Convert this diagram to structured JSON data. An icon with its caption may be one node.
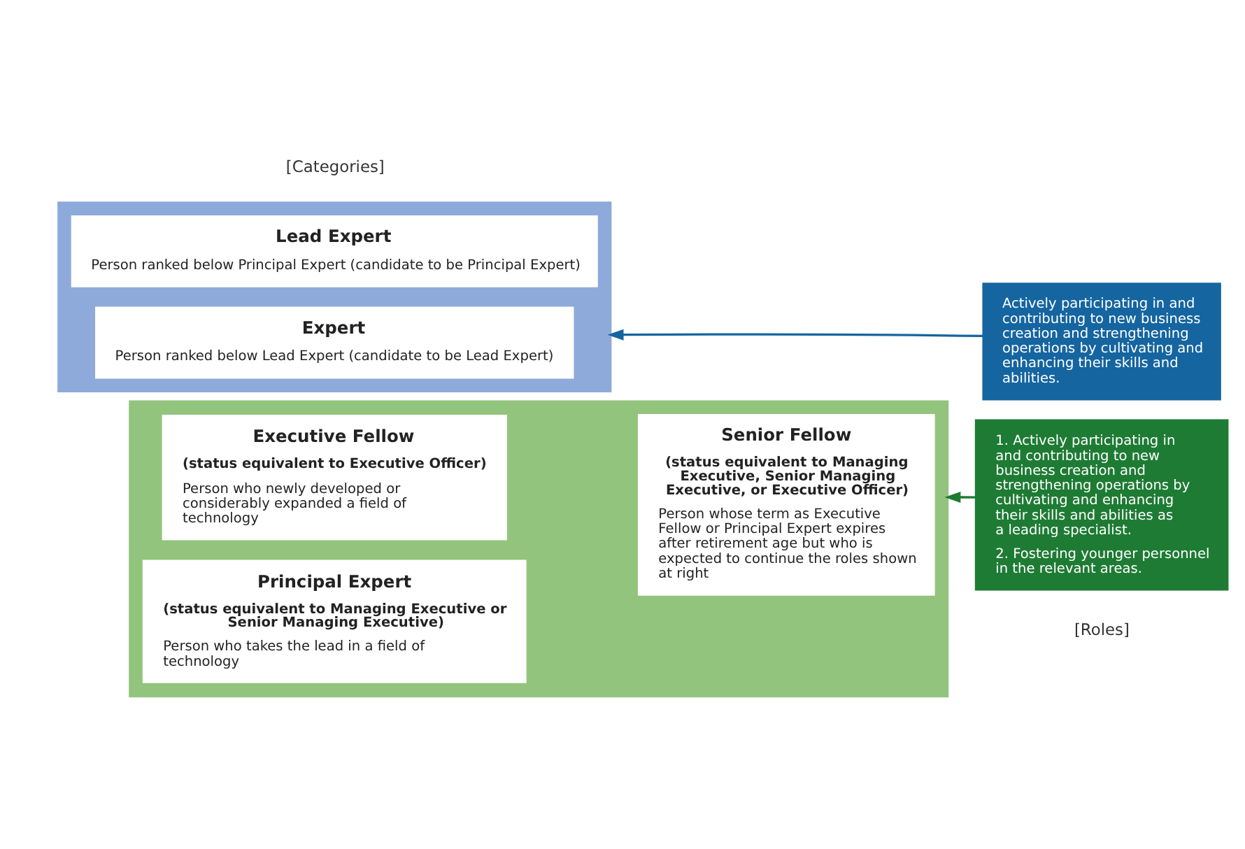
{
  "diagram": {
    "nodes": [
      {
        "text": [],
        "shape": "box"
      },
      {
        "text": [
          "Executive Fellow",
          "(status equivalent to Executive Officer)",
          "Person who newly developed or considerably expanded a field of technology"
        ],
        "in": 0
      },
      {
        "text": [
          "Principal Expert",
          "(status equivalent to Managing Executive or Senior Managing Executive)",
          "Person who takes the lead in a field of technology"
        ],
        "in": 0
      },
      {
        "text": [
          "Senior Fellow",
          "(status equivalent to Managing Executive, Senior Managing Executive, or Executive Officer)",
          "Person whose term as Executive Fellow or Principal Expert expires after retirement age but who is expected to continue the roles shown at right"
        ],
        "in": 0
      },
      {
        "text": [
          "1. Actively participating in and contributing to new business creation and strengthening operations by cultivating and enhancing their skills and abilities as a leading specialist.",
          "2. Fostering younger personnel in the relevant areas."
        ]
      },
      {
        "text": [],
        "shape": "box"
      },
      {
        "text": [
          "Lead Expert",
          "Person ranked below Principal Expert (candidate to be Principal Expert)"
        ],
        "in": 5
      },
      {
        "text": [
          "Expert",
          "Person ranked below Lead Expert (candidate to be Lead Expert)"
        ],
        "in": 5
      },
      {
        "text": [
          "Actively participating in and contributing to new business creation and strengthening operations by cultivating and enhancing their skills and abilities."
        ]
      }
    ],
    "edges": [
      {
        "from": 4,
        "to": 0,
        "arrow": "to",
        "color": "#1e7b34"
      },
      {
        "from": 8,
        "to": 5,
        "arrow": "to",
        "color": "#1565a0"
      }
    ],
    "labels": [
      "[Categories]",
      "[Roles]"
    ]
  }
}
